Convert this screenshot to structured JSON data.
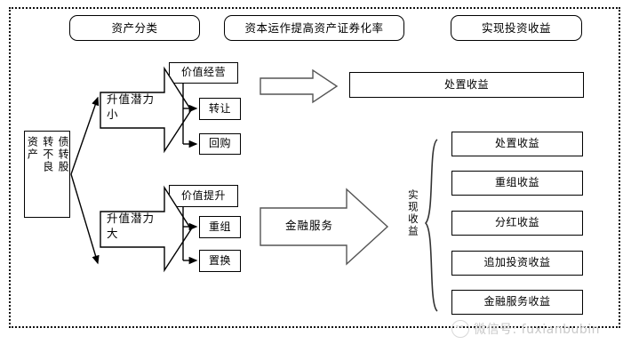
{
  "diagram": {
    "title_row": [
      {
        "id": "asset-classification",
        "label": "资产分类"
      },
      {
        "id": "capital-operation",
        "label": "资本运作提高资产证券化率"
      },
      {
        "id": "realize-investment-return",
        "label": "实现投资收益"
      }
    ],
    "source_node": {
      "id": "debt-to-equity",
      "label": "债转股\n转不良\n资产",
      "col_right": "转不良资产",
      "col_left": "债转股"
    },
    "branches": [
      {
        "id": "low-appreciation",
        "label": "升值潜力\n小",
        "children": [
          {
            "id": "value-operation",
            "label": "价值经营"
          },
          {
            "id": "transfer",
            "label": "转让"
          },
          {
            "id": "repurchase",
            "label": "回购"
          }
        ]
      },
      {
        "id": "high-appreciation",
        "label": "升值潜力\n大",
        "children": [
          {
            "id": "value-enhancement",
            "label": "价值提升"
          },
          {
            "id": "restructuring",
            "label": "重组"
          },
          {
            "id": "replacement",
            "label": "置换"
          }
        ]
      }
    ],
    "flow_arrows": [
      {
        "id": "upper-flow-arrow",
        "label": ""
      },
      {
        "id": "financial-service-arrow",
        "label": "金融服务"
      }
    ],
    "disposal_result": {
      "id": "disposal-income-top",
      "label": "处置收益"
    },
    "realize_income_label": {
      "id": "realize-income",
      "label": "实现收益"
    },
    "income_items": [
      {
        "id": "disposal-income",
        "label": "处置收益"
      },
      {
        "id": "restructuring-income",
        "label": "重组收益"
      },
      {
        "id": "dividend-income",
        "label": "分红收益"
      },
      {
        "id": "additional-investment-income",
        "label": "追加投资收益"
      },
      {
        "id": "financial-service-income",
        "label": "金融服务收益"
      }
    ],
    "watermark": {
      "id": "wechat-watermark",
      "label": "微信号: fuxianbubin"
    },
    "colors": {
      "stroke": "#000000",
      "background": "#ffffff",
      "frame": "#111111",
      "watermark": "#c9c9c9"
    }
  }
}
